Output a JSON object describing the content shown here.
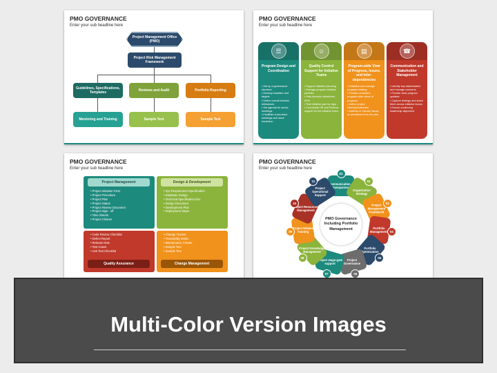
{
  "slide1": {
    "title": "PMO GOVERNANCE",
    "subtitle": "Enter your sub headline here",
    "pmo": "Project Management Office (PMO)",
    "framework": "Project Risk Management Framework",
    "row1": [
      "Guidelines, Specifications, Templates",
      "Reviews and Audit",
      "Portfolio Reporting"
    ],
    "row2": [
      "Mentoring and Training",
      "Sample Text",
      "Sample Text"
    ]
  },
  "slide2": {
    "title": "PMO GOVERNANCE",
    "subtitle": "Enter your sub headline here",
    "columns": [
      {
        "title": "Program Design and Coordination",
        "color": "#1d8a7e",
        "icon": "document-icon",
        "bullets": [
          "Set up a governance structure",
          "Develop baseline and targets",
          "Define overall timeline, milestones",
          "Set agenda for senior meetings",
          "Facilitate cross-team meetings and issue resolution"
        ]
      },
      {
        "title": "Quality Control Support for Initiative Teams",
        "color": "#8bb43c",
        "icon": "people-icon",
        "bullets": [
          "Support initiative planning",
          "Manage program initiative portfolio",
          "Help develop milestones, KPIs",
          "Test initiative plan for rigor",
          "Coordinate HR and Finance support for the initiative team"
        ]
      },
      {
        "title": "Program-wide View of Progress, Issues, and Inter-dependencies",
        "color": "#f0921c",
        "icon": "chart-icon",
        "bullets": [
          "Establish and manage program tracking",
          "Provide consistent, program-wide views of progress",
          "Define project interdependencies",
          "Address or elevate issues as deviations from the plan"
        ]
      },
      {
        "title": "Communication and Stakeholder Management",
        "color": "#c0392b",
        "icon": "megaphone-icon",
        "bullets": [
          "Identify key stakeholders and manage concerns",
          "Provide clear program updates",
          "Capture findings and share them across initiative teams",
          "Ensure continuing leadership alignment"
        ]
      }
    ]
  },
  "slide3": {
    "title": "PMO GOVERNANCE",
    "subtitle": "Enter your sub headline here",
    "pm_title": "Project Management",
    "pm_items": [
      "Project Initiation Form",
      "Project Procedure",
      "Project Plan",
      "Project Status",
      "Project Review Document",
      "Project Sign - off",
      "Time Sheets",
      "Project Closure"
    ],
    "dd_title": "Design & Development",
    "dd_items": [
      "Sys Requirement Specification",
      "Database Design",
      "Technical Specification Doc",
      "Design Document",
      "Development Plan",
      "Deployment Steps"
    ],
    "qa_title": "Quality Assurance",
    "qa_items": [
      "Code Review Checklist",
      "Defect Report",
      "Release Note",
      "Test Cases",
      "Unit Test Checklist"
    ],
    "cm_title": "Change Management",
    "cm_items": [
      "Change Tracker",
      "Traceability Matrix",
      "Maintenance Charter",
      "Sample Text",
      "Sample Text"
    ]
  },
  "slide4": {
    "title": "PMO GOVERNANCE",
    "subtitle": "Enter your sub headline here",
    "center": "PMO Governance Including Portfolio Management",
    "segments": [
      {
        "num": "01",
        "label": "Communication & Transparency",
        "color": "#1d8a7e"
      },
      {
        "num": "02",
        "label": "Organization Strategy",
        "color": "#8bb43c"
      },
      {
        "num": "03",
        "label": "Project Management Framework",
        "color": "#f0921c"
      },
      {
        "num": "04",
        "label": "Portfolio Management",
        "color": "#c0392b"
      },
      {
        "num": "05",
        "label": "Portfolio Optimization",
        "color": "#2c4a6b"
      },
      {
        "num": "06",
        "label": "Project Governance",
        "color": "#6d6d6d"
      },
      {
        "num": "07",
        "label": "Project stage-gate support",
        "color": "#1d8a7e"
      },
      {
        "num": "08",
        "label": "Project Knowledge Management",
        "color": "#8bb43c"
      },
      {
        "num": "09",
        "label": "Project Related Training",
        "color": "#f0921c"
      },
      {
        "num": "10",
        "label": "Project Resources Management",
        "color": "#a93226"
      },
      {
        "num": "11",
        "label": "Project Operational Support",
        "color": "#2c4a6b"
      }
    ]
  },
  "banner": {
    "text": "Multi-Color Version Images"
  }
}
